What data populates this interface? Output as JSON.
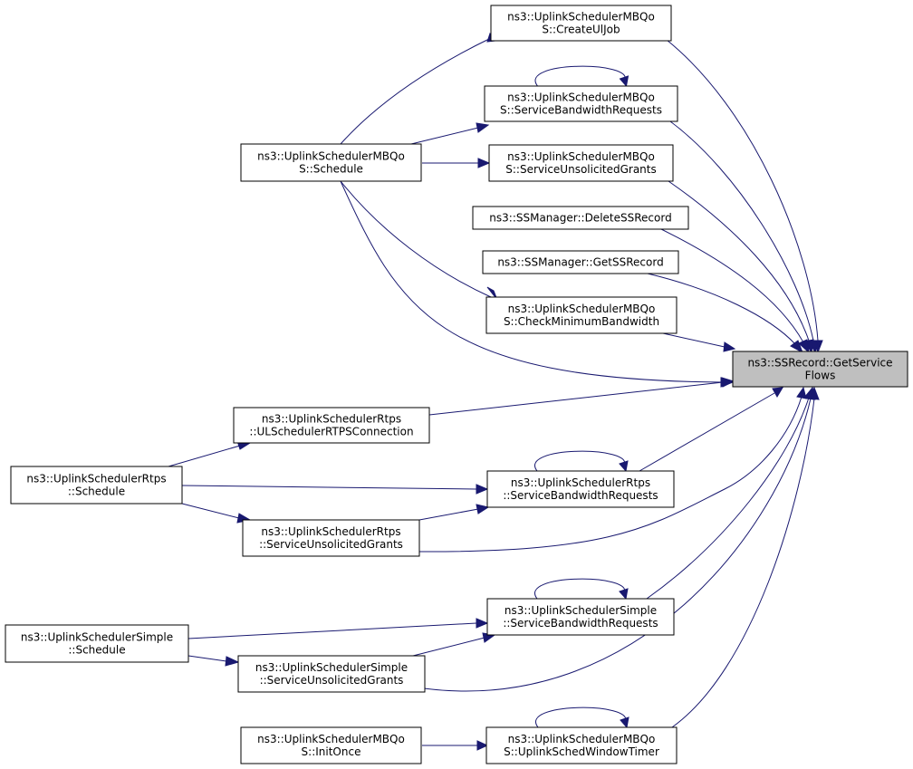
{
  "diagram": {
    "root": "getserviceflows",
    "nodes": {
      "getserviceflows": {
        "lines": [
          "ns3::SSRecord::GetService",
          "Flows"
        ]
      },
      "createuljob": {
        "lines": [
          "ns3::UplinkSchedulerMBQo",
          "S::CreateUlJob"
        ]
      },
      "mbqos_sbr": {
        "lines": [
          "ns3::UplinkSchedulerMBQo",
          "S::ServiceBandwidthRequests"
        ]
      },
      "mbqos_schedule": {
        "lines": [
          "ns3::UplinkSchedulerMBQo",
          "S::Schedule"
        ]
      },
      "mbqos_sug": {
        "lines": [
          "ns3::UplinkSchedulerMBQo",
          "S::ServiceUnsolicitedGrants"
        ]
      },
      "deletessrecord": {
        "lines": [
          "ns3::SSManager::DeleteSSRecord"
        ]
      },
      "getssrecord": {
        "lines": [
          "ns3::SSManager::GetSSRecord"
        ]
      },
      "checkminbw": {
        "lines": [
          "ns3::UplinkSchedulerMBQo",
          "S::CheckMinimumBandwidth"
        ]
      },
      "rtps_ulsched": {
        "lines": [
          "ns3::UplinkSchedulerRtps",
          "::ULSchedulerRTPSConnection"
        ]
      },
      "rtps_schedule": {
        "lines": [
          "ns3::UplinkSchedulerRtps",
          "::Schedule"
        ]
      },
      "rtps_sbr": {
        "lines": [
          "ns3::UplinkSchedulerRtps",
          "::ServiceBandwidthRequests"
        ]
      },
      "rtps_sug": {
        "lines": [
          "ns3::UplinkSchedulerRtps",
          "::ServiceUnsolicitedGrants"
        ]
      },
      "simple_sbr": {
        "lines": [
          "ns3::UplinkSchedulerSimple",
          "::ServiceBandwidthRequests"
        ]
      },
      "simple_schedule": {
        "lines": [
          "ns3::UplinkSchedulerSimple",
          "::Schedule"
        ]
      },
      "simple_sug": {
        "lines": [
          "ns3::UplinkSchedulerSimple",
          "::ServiceUnsolicitedGrants"
        ]
      },
      "mbqos_initonce": {
        "lines": [
          "ns3::UplinkSchedulerMBQo",
          "S::InitOnce"
        ]
      },
      "mbqos_windowtimer": {
        "lines": [
          "ns3::UplinkSchedulerMBQo",
          "S::UplinkSchedWindowTimer"
        ]
      }
    },
    "edges": [
      {
        "from": "createuljob",
        "to": "getserviceflows"
      },
      {
        "from": "mbqos_sbr",
        "to": "getserviceflows"
      },
      {
        "from": "mbqos_sbr",
        "to": "mbqos_sbr"
      },
      {
        "from": "mbqos_schedule",
        "to": "createuljob"
      },
      {
        "from": "mbqos_schedule",
        "to": "mbqos_sbr"
      },
      {
        "from": "mbqos_schedule",
        "to": "mbqos_sug"
      },
      {
        "from": "mbqos_schedule",
        "to": "checkminbw"
      },
      {
        "from": "mbqos_schedule",
        "to": "getserviceflows"
      },
      {
        "from": "mbqos_sug",
        "to": "getserviceflows"
      },
      {
        "from": "deletessrecord",
        "to": "getserviceflows"
      },
      {
        "from": "getssrecord",
        "to": "getserviceflows"
      },
      {
        "from": "checkminbw",
        "to": "getserviceflows"
      },
      {
        "from": "rtps_ulsched",
        "to": "getserviceflows"
      },
      {
        "from": "rtps_schedule",
        "to": "rtps_ulsched"
      },
      {
        "from": "rtps_schedule",
        "to": "rtps_sbr"
      },
      {
        "from": "rtps_schedule",
        "to": "rtps_sug"
      },
      {
        "from": "rtps_sbr",
        "to": "getserviceflows"
      },
      {
        "from": "rtps_sbr",
        "to": "rtps_sbr"
      },
      {
        "from": "rtps_sug",
        "to": "rtps_sbr"
      },
      {
        "from": "rtps_sug",
        "to": "getserviceflows"
      },
      {
        "from": "simple_sbr",
        "to": "getserviceflows"
      },
      {
        "from": "simple_sbr",
        "to": "simple_sbr"
      },
      {
        "from": "simple_schedule",
        "to": "simple_sbr"
      },
      {
        "from": "simple_schedule",
        "to": "simple_sug"
      },
      {
        "from": "simple_sug",
        "to": "simple_sbr"
      },
      {
        "from": "simple_sug",
        "to": "getserviceflows"
      },
      {
        "from": "mbqos_initonce",
        "to": "mbqos_windowtimer"
      },
      {
        "from": "mbqos_windowtimer",
        "to": "getserviceflows"
      },
      {
        "from": "mbqos_windowtimer",
        "to": "mbqos_windowtimer"
      }
    ]
  },
  "colors": {
    "edge": "#191970",
    "root_fill": "#bfbfbf",
    "node_fill": "#ffffff",
    "node_border": "#000000"
  }
}
